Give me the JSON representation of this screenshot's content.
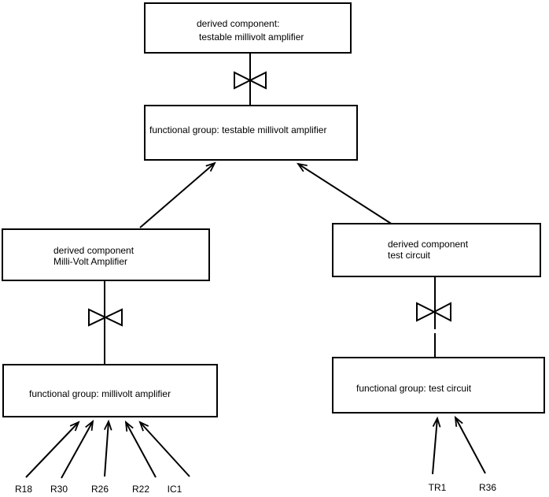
{
  "diagram": {
    "colors": {
      "background": "#ffffff",
      "line": "#000000",
      "text": "#000000"
    },
    "nodes": {
      "top_derived": {
        "line1": "derived component:",
        "line2": "testable millivolt amplifier"
      },
      "top_functional": {
        "line1": "functional group: testable millivolt amplifier"
      },
      "left_derived": {
        "line1": "derived component",
        "line2": "Milli-Volt Amplifier"
      },
      "right_derived": {
        "line1": "derived component",
        "line2": "test circuit"
      },
      "left_functional": {
        "line1": "functional group: millivolt amplifier"
      },
      "right_functional": {
        "line1": "functional group: test circuit"
      }
    },
    "left_components": [
      "R18",
      "R30",
      "R26",
      "R22",
      "IC1"
    ],
    "right_components": [
      "TR1",
      "R36"
    ]
  }
}
